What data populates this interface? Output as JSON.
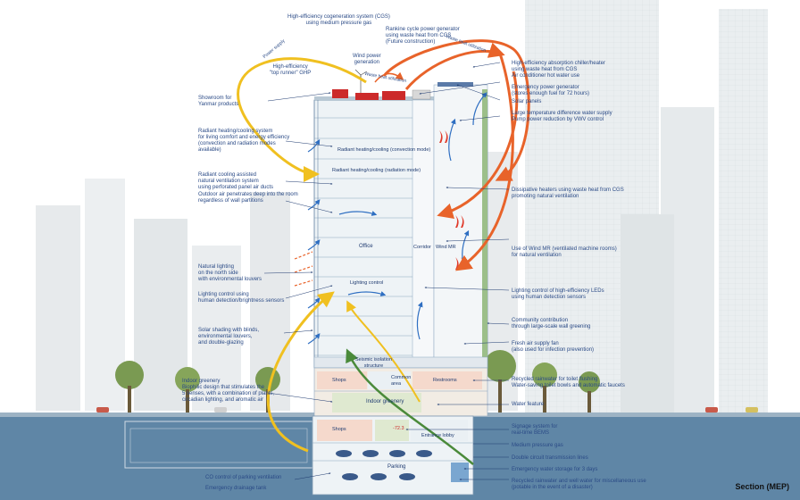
{
  "title": "Section (MEP)",
  "colors": {
    "sky": "#ffffff",
    "ground": "#5f86a6",
    "ground_dark": "#4d7394",
    "building_face": "#eef3f6",
    "floor_line": "#8aa6c0",
    "text_blue": "#2a4a86",
    "arrow_orange": "#e8632a",
    "arrow_yellow": "#f0c020",
    "arrow_green": "#4a8a3a",
    "arrow_blue": "#2f6fc2",
    "heat_red": "#e03a2a",
    "tree": "#7a9a52",
    "bg_building": "#e4e8ea"
  },
  "left_labels": [
    {
      "id": "showroom",
      "text": "Showroom for\nYanmar products"
    },
    {
      "id": "radiant_living",
      "text": "Radiant heating/cooling system\nfor living comfort and energy efficiency\n(convection and radiation modes\navailable)"
    },
    {
      "id": "radiant_cooling",
      "text": "Radiant cooling assisted\nnatural ventilation system\nusing perforated panel air ducts"
    },
    {
      "id": "outdoor_air",
      "text": "Outdoor air penetrates deep into the room\nregardless of wall partitions"
    },
    {
      "id": "natural_light",
      "text": "Natural lighting\non the north side\nwith environmental louvers"
    },
    {
      "id": "lighting_control",
      "text": "Lighting control using\nhuman detection/brightness sensors"
    },
    {
      "id": "solar_shading",
      "text": "Solar shading with blinds,\nenvironmental louvers,\nand double-glazing"
    },
    {
      "id": "indoor_greenery",
      "text": "Indoor greenery\nBiophilic design that stimulates the\n5 senses, with a combination of plants,\ncircadian lighting, and aromatic air"
    },
    {
      "id": "co_control",
      "text": "CO control of parking ventilation"
    },
    {
      "id": "drainage",
      "text": "Emergency drainage tank"
    }
  ],
  "right_labels": [
    {
      "id": "absorption",
      "text": "High-efficiency absorption chiller/heater\nusing waste heat from CGS\nAir conditioner hot water use"
    },
    {
      "id": "emergency_gen",
      "text": "Emergency power generator\n(stores enough fuel for 72 hours)"
    },
    {
      "id": "solar",
      "text": "Solar panels"
    },
    {
      "id": "water_supply",
      "text": "Large temperature difference water supply\nPump power reduction by VWV control"
    },
    {
      "id": "dissipative",
      "text": "Dissipative heaters using waste heat from CGS\npromoting natural ventilation"
    },
    {
      "id": "wind_mr",
      "text": "Use of Wind MR (ventilated machine rooms)\nfor natural ventilation"
    },
    {
      "id": "led",
      "text": "Lighting control of high-efficiency LEDs\nusing human detection sensors"
    },
    {
      "id": "community",
      "text": "Community contribution\nthrough large-scale wall greening"
    },
    {
      "id": "fresh_air",
      "text": "Fresh air supply fan\n(also used for infection prevention)"
    },
    {
      "id": "rainwater",
      "text": "Recycled rainwater for toilet flushing\nWater-saving toilet bowls and automatic faucets"
    },
    {
      "id": "water_feature",
      "text": "Water feature"
    },
    {
      "id": "signage",
      "text": "Signage system for\nreal-time BEMS"
    },
    {
      "id": "gas",
      "text": "Medium pressure gas"
    },
    {
      "id": "transmission",
      "text": "Double circuit transmission lines"
    },
    {
      "id": "storage",
      "text": "Emergency water storage for 3 days"
    },
    {
      "id": "recycled",
      "text": "Recycled rainwater and well water for miscellaneous use\n(potable in the event of a disaster)"
    }
  ],
  "top_labels": [
    {
      "id": "cgs",
      "text": "High-efficiency cogeneration system (CGS)\nusing medium pressure gas"
    },
    {
      "id": "rankine",
      "text": "Rankine cycle power generator\nusing waste heat from CGS\n(Future construction)"
    },
    {
      "id": "wind_power",
      "text": "Wind power\ngeneration"
    },
    {
      "id": "ghp",
      "text": "High-efficiency\n\"top runner\" GHP"
    }
  ],
  "arrow_labels": {
    "power_supply": "Power supply",
    "waste_heat": "Waste heat utilization",
    "waste_heat_small": "Waste heat utilization"
  },
  "interior_labels": {
    "radiant_convection": "Radiant heating/cooling  (convection mode)",
    "radiant_radiation": "Radiant heating/cooling  (radiation mode)",
    "office": "Office",
    "corridor": "Corridor",
    "wind_mr": "Wind MR",
    "lighting_control": "Lighting control",
    "seismic": "Seismic isolation\nstructure",
    "common_area": "Common\narea",
    "shops_upper": "Shops",
    "restrooms": "Restrooms",
    "indoor_greenery": "Indoor greenery",
    "shops_lower": "Shops",
    "entrance": "Entrance lobby",
    "parking": "Parking",
    "temp": "-72.3"
  }
}
